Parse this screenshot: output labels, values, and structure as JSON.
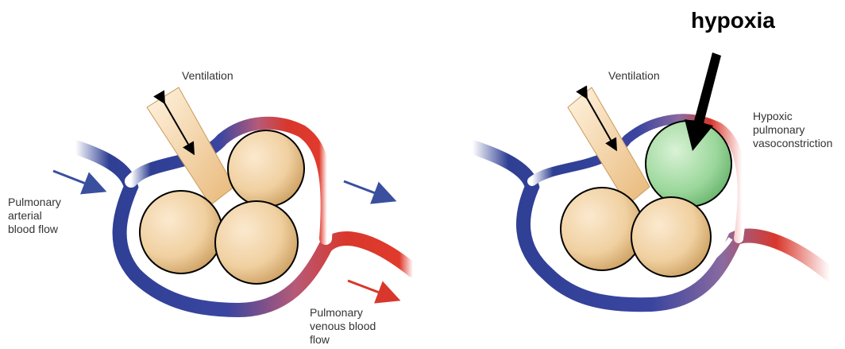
{
  "labels": {
    "hypoxia": "hypoxia",
    "ventilation_left": "Ventilation",
    "ventilation_right": "Ventilation",
    "arterial_flow": "Pulmonary\narterial\nblood flow",
    "venous_flow": "Pulmonary\nvenous blood\nflow",
    "hpv": "Hypoxic\npulmonary\nvasoconstriction"
  },
  "colors": {
    "arterial": "#2e3f94",
    "venous": "#d9372c",
    "alveolus": "#f2d5aa",
    "hypoxic_alveolus": "#8fcf8f",
    "arrow_arterial": "#3a4f9e",
    "arrow_venous": "#d9372c"
  }
}
